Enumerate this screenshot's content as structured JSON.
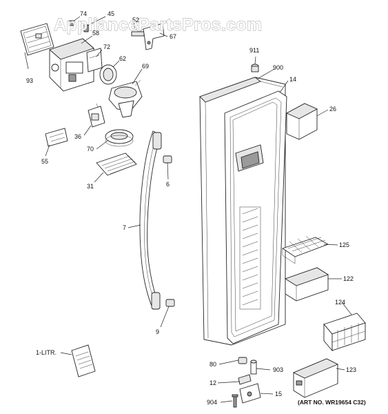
{
  "watermark": "AppliancePartsPros.com",
  "art_number": "(ART NO. WR19654 C32)",
  "callouts": {
    "p74": "74",
    "p45": "45",
    "p58": "58",
    "p52": "52",
    "p67": "67",
    "p72": "72",
    "p62": "62",
    "p93": "93",
    "p69": "69",
    "p36": "36",
    "p70": "70",
    "p55": "55",
    "p31": "31",
    "p6": "6",
    "p7": "7",
    "p9": "9",
    "p1litr": "1-LITR.",
    "p911": "911",
    "p900": "900",
    "p14": "14",
    "p26": "26",
    "p125": "125",
    "p122": "122",
    "p124": "124",
    "p123": "123",
    "p80": "80",
    "p903": "903",
    "p12": "12",
    "p15": "15",
    "p904": "904"
  }
}
